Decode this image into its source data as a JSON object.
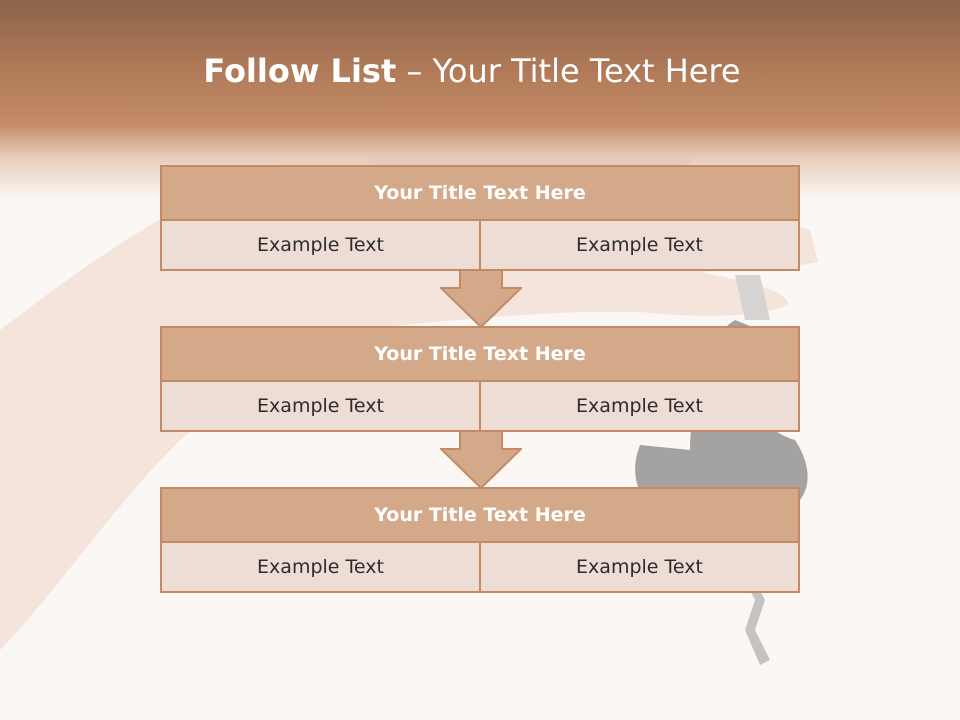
{
  "slide": {
    "title_bold": "Follow List",
    "title_rest": " – Your Title Text Here"
  },
  "blocks": [
    {
      "title": "Your Title Text Here",
      "cells": [
        "Example Text",
        "Example Text"
      ]
    },
    {
      "title": "Your Title Text Here",
      "cells": [
        "Example Text",
        "Example Text"
      ]
    },
    {
      "title": "Your Title Text Here",
      "cells": [
        "Example Text",
        "Example Text"
      ]
    }
  ],
  "colors": {
    "header": "#b07a58",
    "block_title": "#d4a98a",
    "block_cell": "#eeddd5",
    "border": "#c48a66"
  }
}
